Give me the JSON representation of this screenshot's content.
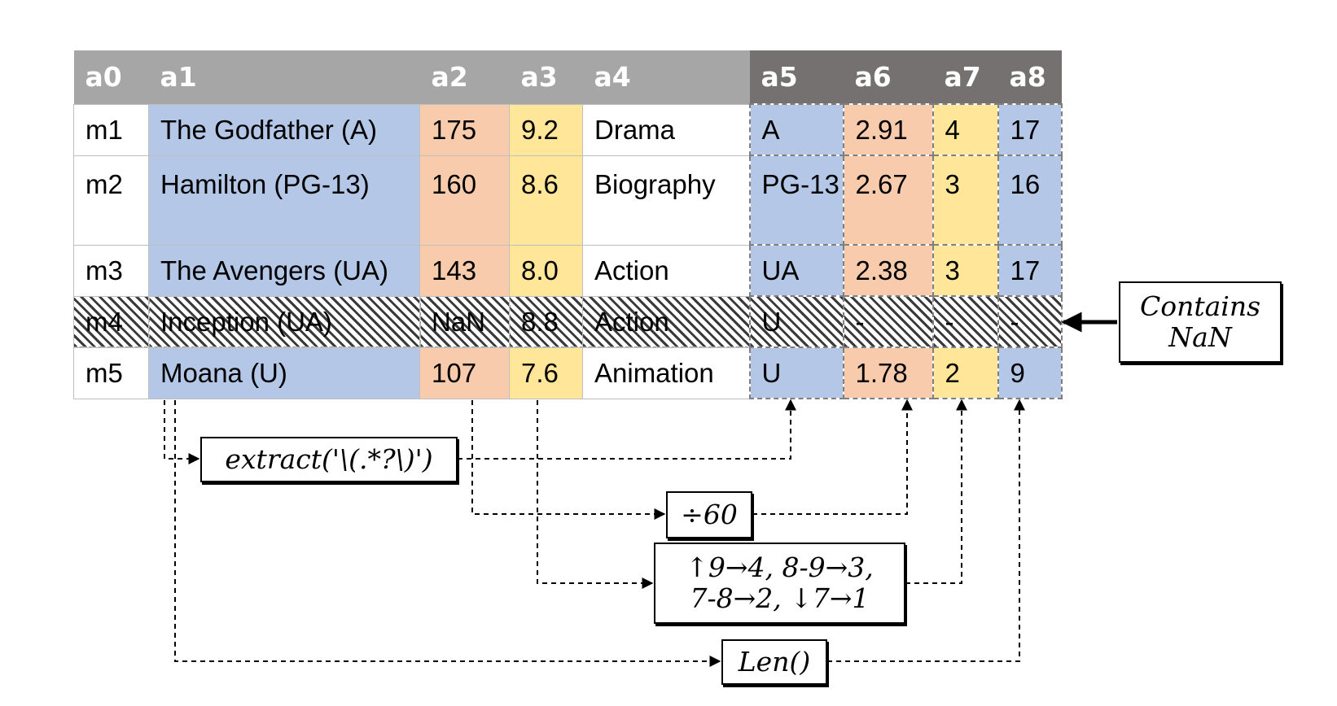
{
  "table": {
    "headers": [
      "a0",
      "a1",
      "a2",
      "a3",
      "a4",
      "a5",
      "a6",
      "a7",
      "a8"
    ],
    "rows": [
      [
        "m1",
        "The Godfather (A)",
        "175",
        "9.2",
        "Drama",
        "A",
        "2.91",
        "4",
        "17"
      ],
      [
        "m2",
        "Hamilton (PG-13)",
        "160",
        "8.6",
        "Biography",
        "PG-13",
        "2.67",
        "3",
        "16"
      ],
      [
        "m3",
        "The Avengers (UA)",
        "143",
        "8.0",
        "Action",
        "UA",
        "2.38",
        "3",
        "17"
      ],
      [
        "m4",
        "Inception (UA)",
        "NaN",
        "8.8",
        "Action",
        "U",
        "-",
        "-",
        "-"
      ],
      [
        "m5",
        "Moana (U)",
        "107",
        "7.6",
        "Animation",
        "U",
        "1.78",
        "2",
        "9"
      ]
    ]
  },
  "colors": {
    "blue": "#b4c7e7",
    "orange": "#f8cbad",
    "yellow": "#ffe699",
    "header_light": "#a6a6a6",
    "header_dark": "#757171"
  },
  "annotations": {
    "nan_note": "Contains NaN",
    "extract": "extract('\\(.*?\\)')",
    "divide": "÷60",
    "bins": "↑9→4, 8-9→3, 7-8→2, ↓7→1",
    "len": "Len()"
  }
}
